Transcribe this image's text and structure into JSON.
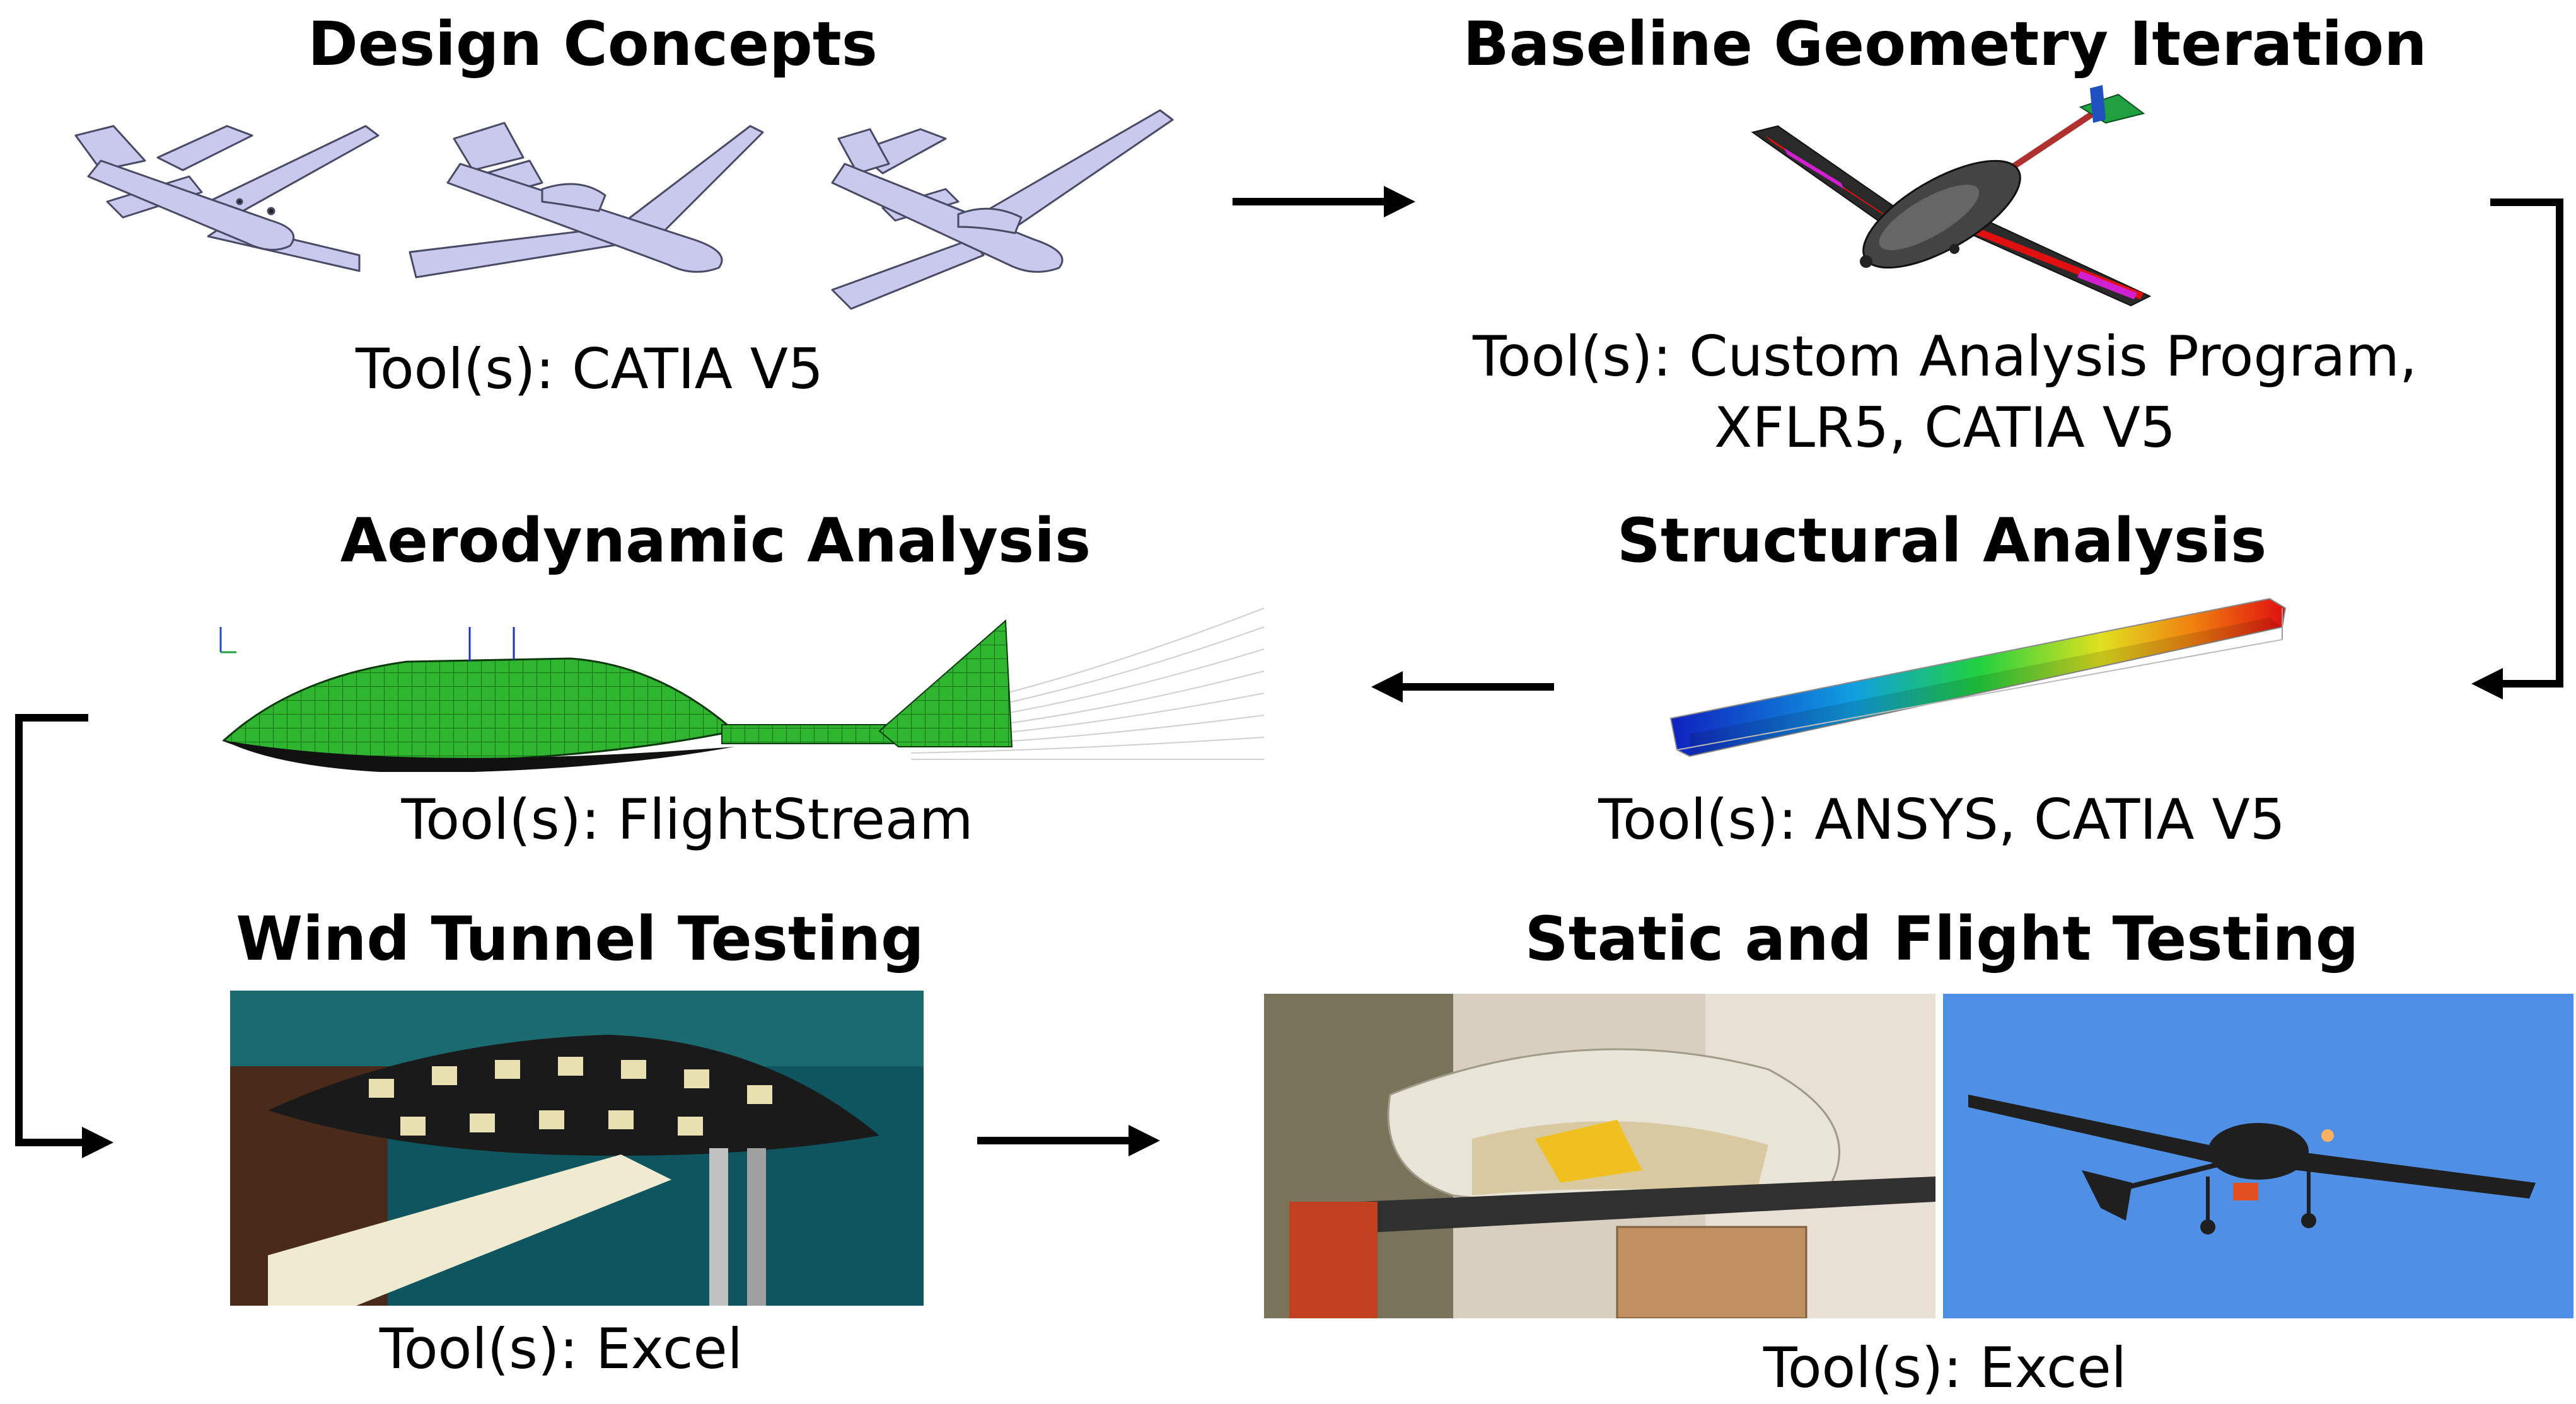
{
  "steps": {
    "design_concepts": {
      "title": "Design Concepts",
      "tools": "Tool(s): CATIA V5"
    },
    "baseline_geometry": {
      "title": "Baseline Geometry Iteration",
      "tools_line1": "Tool(s): Custom Analysis Program,",
      "tools_line2": "XFLR5, CATIA V5"
    },
    "aerodynamic_analysis": {
      "title": "Aerodynamic Analysis",
      "tools": "Tool(s): FlightStream"
    },
    "structural_analysis": {
      "title": "Structural Analysis",
      "tools": "Tool(s): ANSYS, CATIA V5"
    },
    "wind_tunnel_testing": {
      "title": "Wind Tunnel Testing",
      "tools": "Tool(s): Excel"
    },
    "static_flight_testing": {
      "title": "Static and Flight Testing",
      "tools": "Tool(s): Excel"
    }
  },
  "colors": {
    "concept_fill": "#c8c9ec",
    "concept_stroke": "#4a4a66",
    "fuselage_dark": "#2e2e2e",
    "spar_red": "#e01010",
    "aileron_magenta": "#d020d0",
    "tail_green": "#20a040",
    "tail_blue": "#2050c0",
    "mesh_green": "#2fb52f",
    "sky_blue": "#4f8fe6",
    "arrow": "#000000"
  },
  "icons": [
    "concept-airframe-icon",
    "cad-model-icon",
    "fea-wing-icon",
    "cfd-mesh-icon",
    "wind-tunnel-photo-icon",
    "static-test-photo-icon",
    "flight-test-photo-icon"
  ]
}
